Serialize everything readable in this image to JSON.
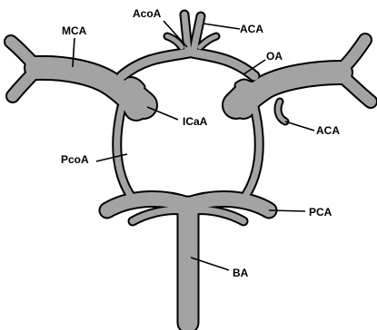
{
  "diagram": {
    "labels": {
      "mca": "MCA",
      "acoa": "AcoA",
      "aca_top": "ACA",
      "oa": "OA",
      "icaa": "ICaA",
      "aca_right": "ACA",
      "pcoa": "PcoA",
      "pca": "PCA",
      "ba": "BA"
    },
    "colors": {
      "vessel_fill": "#a3a3a3",
      "vessel_outline": "#000000",
      "background": "#ffffff"
    }
  }
}
